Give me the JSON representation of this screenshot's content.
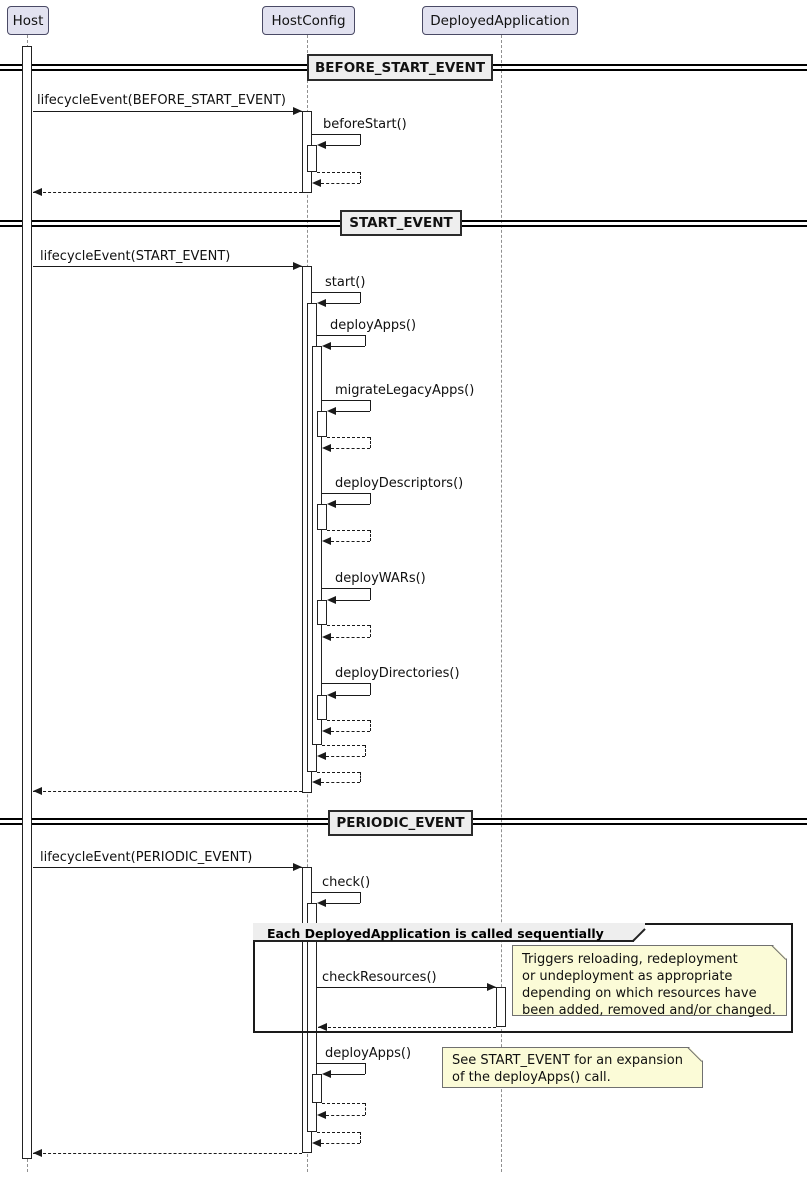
{
  "participants": [
    {
      "name": "Host"
    },
    {
      "name": "HostConfig"
    },
    {
      "name": "DeployedApplication"
    }
  ],
  "dividers": [
    {
      "label": "BEFORE_START_EVENT"
    },
    {
      "label": "START_EVENT"
    },
    {
      "label": "PERIODIC_EVENT"
    }
  ],
  "messages": {
    "lifecycle_before": "lifecycleEvent(BEFORE_START_EVENT)",
    "before_start": "beforeStart()",
    "lifecycle_start": "lifecycleEvent(START_EVENT)",
    "start": "start()",
    "deploy_apps": "deployApps()",
    "migrate_legacy_apps": "migrateLegacyApps()",
    "deploy_descriptors": "deployDescriptors()",
    "deploy_wars": "deployWARs()",
    "deploy_directories": "deployDirectories()",
    "lifecycle_periodic": "lifecycleEvent(PERIODIC_EVENT)",
    "check": "check()",
    "check_resources": "checkResources()",
    "deploy_apps_periodic": "deployApps()"
  },
  "group": {
    "label": "Each DeployedApplication is called sequentially"
  },
  "notes": {
    "check_resources": "Triggers reloading, redeployment\nor undeployment as appropriate\ndepending on which resources have\nbeen added, removed and/or changed.",
    "deploy_apps": "See START_EVENT for an expansion\nof the deployApps() call."
  },
  "colors": {
    "participant_fill": "#E2E2F0",
    "participant_border": "#4A4A65",
    "divider_fill": "#EEEEEE",
    "group_header_fill": "#EEEEEE",
    "note_fill": "#FBFBD7",
    "note_border": "#707070",
    "line": "#1A1A1A",
    "lifeline": "#909090"
  }
}
